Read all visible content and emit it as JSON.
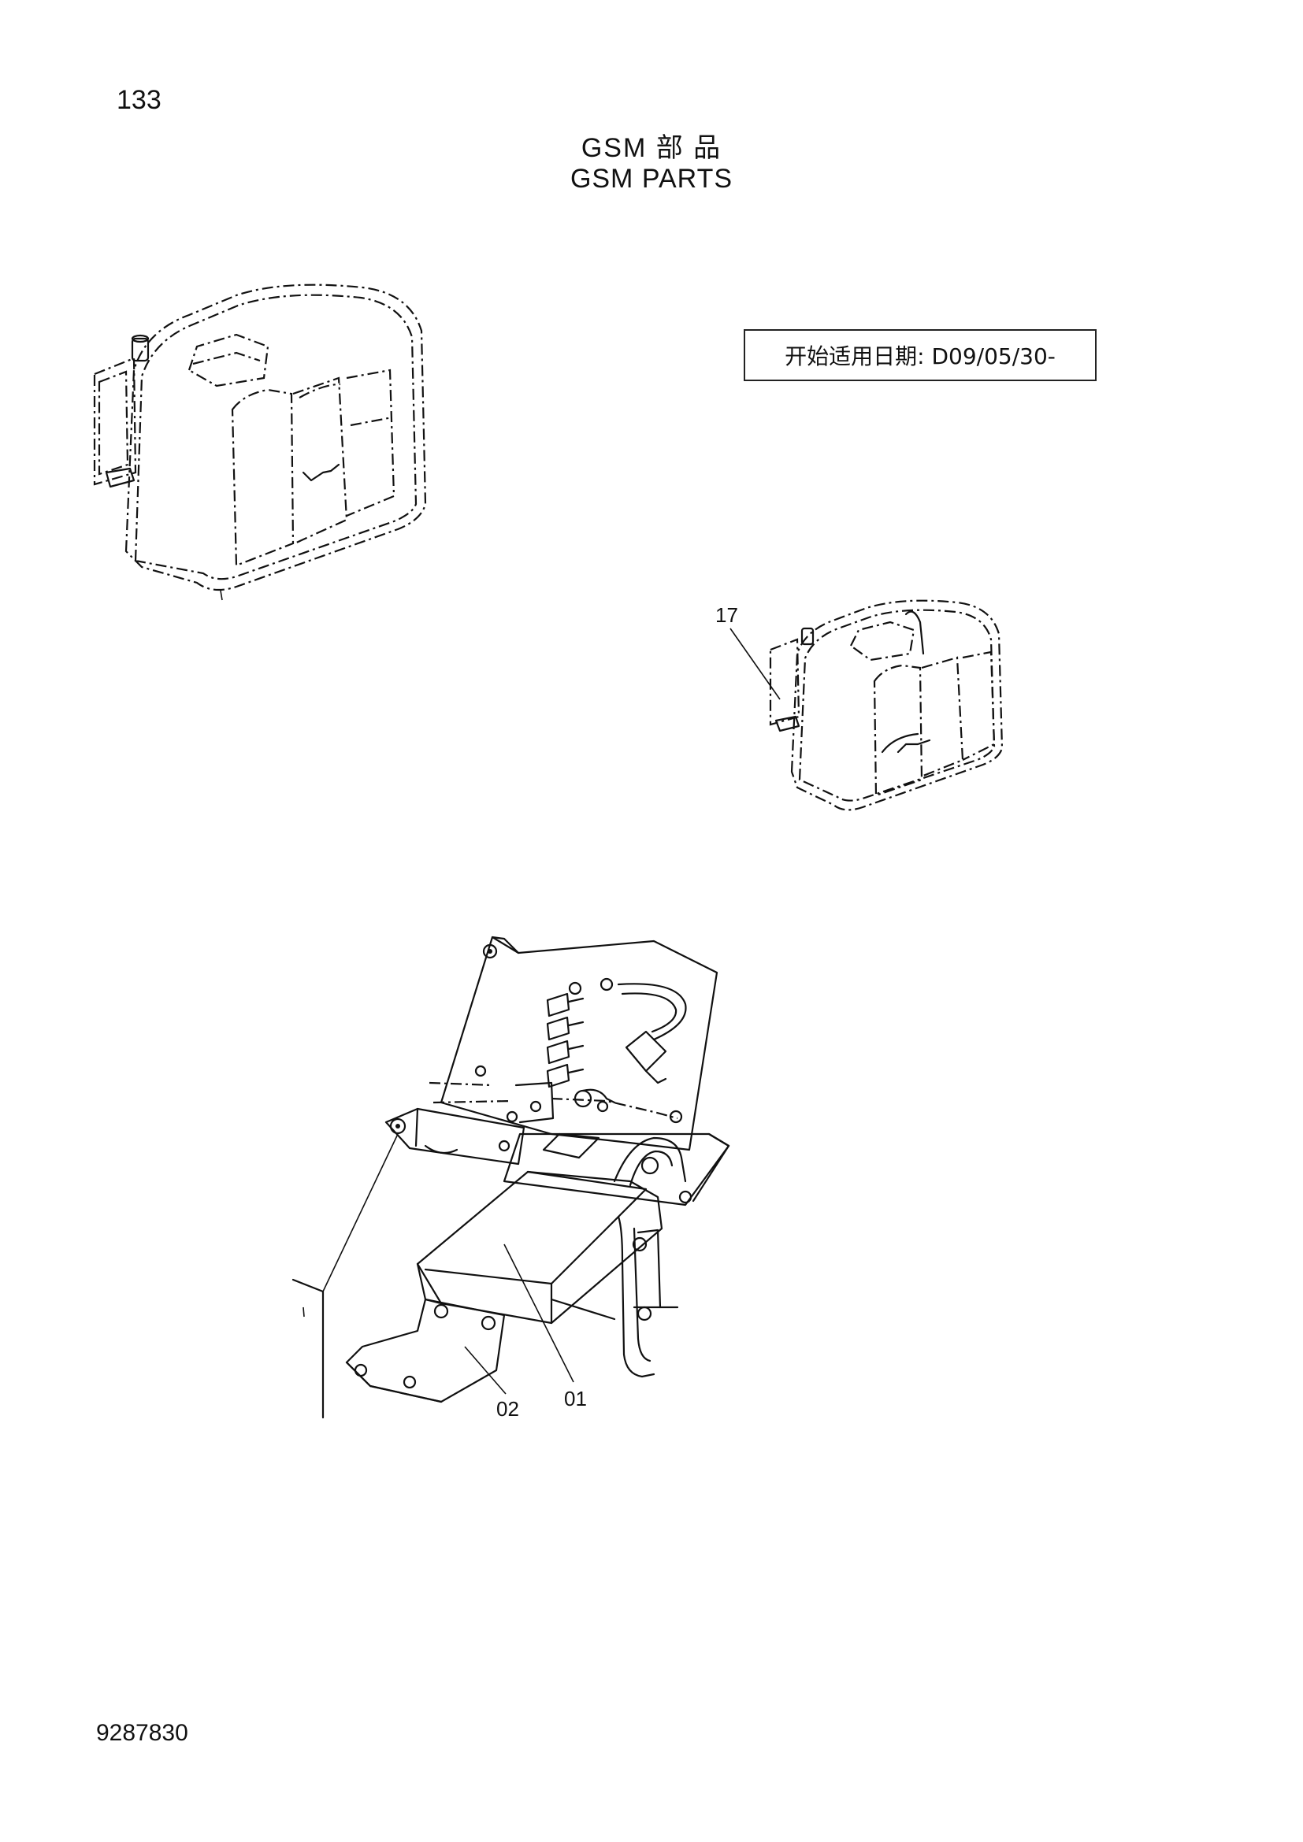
{
  "page": {
    "page_number": "133",
    "title_cn": "GSM 部 品",
    "title_en": "GSM PARTS",
    "date_notice": "开始适用日期: D09/05/30-",
    "doc_number": "9287830"
  },
  "callouts": {
    "cab_label": "17",
    "part_01": "01",
    "part_02": "02"
  },
  "illustrations": {
    "large_cab": "excavator-cab-icon",
    "small_cab": "excavator-cab-icon",
    "assembly": "gsm-module-assembly"
  }
}
